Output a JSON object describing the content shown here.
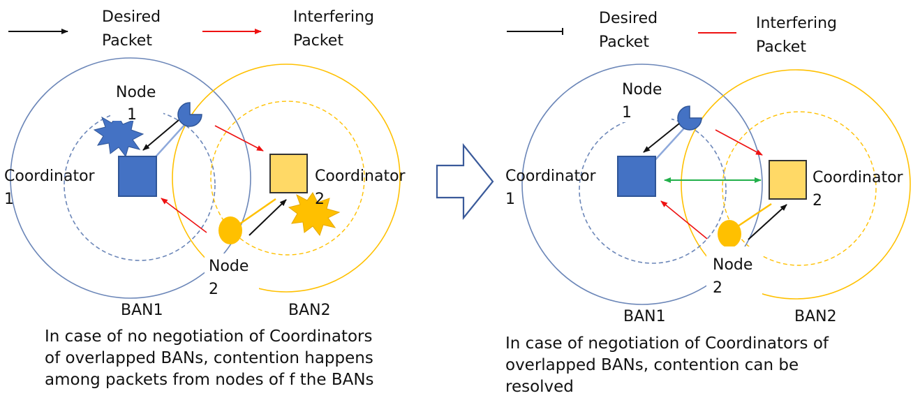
{
  "colors": {
    "ban1_blue": "#4472C4",
    "ban1_outline": "#6B86B8",
    "ban2_yellow": "#FFC000",
    "ban2_fill": "#FFD966",
    "interfering_red": "#EE1111",
    "negotiation_green": "#22B04A",
    "desired_black": "#111111"
  },
  "left_panel": {
    "legend": {
      "desired_line1": "Desired",
      "desired_line2": "Packet",
      "interfering_line1": "Interfering",
      "interfering_line2": "Packet"
    },
    "node1_line1": "Node",
    "node1_line2": "1",
    "node2_line1": "Node",
    "node2_line2": "2",
    "coordinator1_line1": "Coordinator",
    "coordinator1_line2": "1",
    "coordinator2_line1": "Coordinator",
    "coordinator2_line2": "2",
    "ban1_label": "BAN1",
    "ban2_label": "BAN2",
    "caption_lines": [
      "In case of no negotiation of Coordinators",
      "of overlapped BANs, contention happens",
      "among packets from nodes of f the BANs"
    ]
  },
  "right_panel": {
    "legend": {
      "desired_line1": "Desired",
      "desired_line2": "Packet",
      "interfering_line1": "Interfering",
      "interfering_line2": "Packet"
    },
    "node1_line1": "Node",
    "node1_line2": "1",
    "node2_line1": "Node",
    "node2_line2": "2",
    "coordinator1_line1": "Coordinator",
    "coordinator1_line2": "1",
    "coordinator2_line1": "Coordinator",
    "coordinator2_line2": "2",
    "ban1_label": "BAN1",
    "ban2_label": "BAN2",
    "caption_lines": [
      "In case of  negotiation of Coordinators of",
      "overlapped BANs, contention can be",
      "resolved"
    ]
  },
  "transition_arrow_icon": "right-block-arrow-icon"
}
